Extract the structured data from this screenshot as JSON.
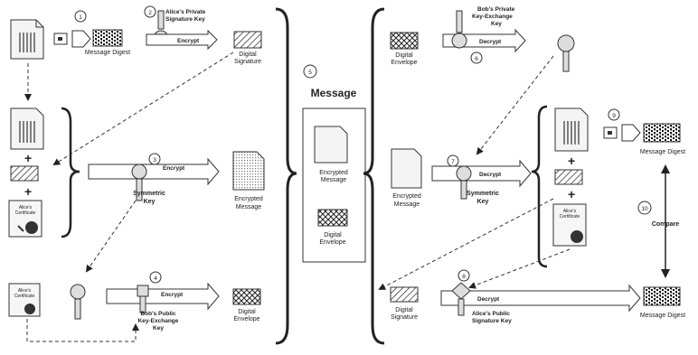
{
  "steps": {
    "s1": "1",
    "s2": "2",
    "s3": "3",
    "s4": "4",
    "s5": "5",
    "s6": "6",
    "s7": "7",
    "s8": "8",
    "s9": "9",
    "s10": "10"
  },
  "left": {
    "message_digest": "Message Digest",
    "alice_private_key_line1": "Alice's Private",
    "alice_private_key_line2": "Signature Key",
    "encrypt": "Encrypt",
    "digital_signature_line1": "Digital",
    "digital_signature_line2": "Signature",
    "symmetric_key_line1": "Symmetric",
    "symmetric_key_line2": "Key",
    "encrypted_message_line1": "Encrypted",
    "encrypted_message_line2": "Message",
    "bob_public_key_line1": "Bob's Public",
    "bob_public_key_line2": "Key-Exchange",
    "bob_public_key_line3": "Key",
    "digital_envelope_line1": "Digital",
    "digital_envelope_line2": "Envelope",
    "certificate_label_line1": "Alice's",
    "certificate_label_line2": "Certificate",
    "certificate_small_line1": "Alice's",
    "certificate_small_line2": "Certificate"
  },
  "middle": {
    "title": "Message",
    "encrypted_message_line1": "Encrypted",
    "encrypted_message_line2": "Message",
    "digital_envelope_line1": "Digital",
    "digital_envelope_line2": "Envelope"
  },
  "right": {
    "digital_envelope_line1": "Digital",
    "digital_envelope_line2": "Envelope",
    "bob_private_key_line1": "Bob's Private",
    "bob_private_key_line2": "Key-Exchange",
    "bob_private_key_line3": "Key",
    "decrypt": "Decrypt",
    "encrypted_message_line1": "Encrypted",
    "encrypted_message_line2": "Message",
    "symmetric_key_line1": "Symmetric",
    "symmetric_key_line2": "Key",
    "message_digest_top": "Message Digest",
    "compare": "Compare",
    "digital_signature_line1": "Digital",
    "digital_signature_line2": "Signature",
    "alice_public_key_line1": "Alice's Public",
    "alice_public_key_line2": "Signature Key",
    "message_digest_bottom": "Message Digest",
    "certificate_label_line1": "Alice's",
    "certificate_label_line2": "Certificate"
  }
}
